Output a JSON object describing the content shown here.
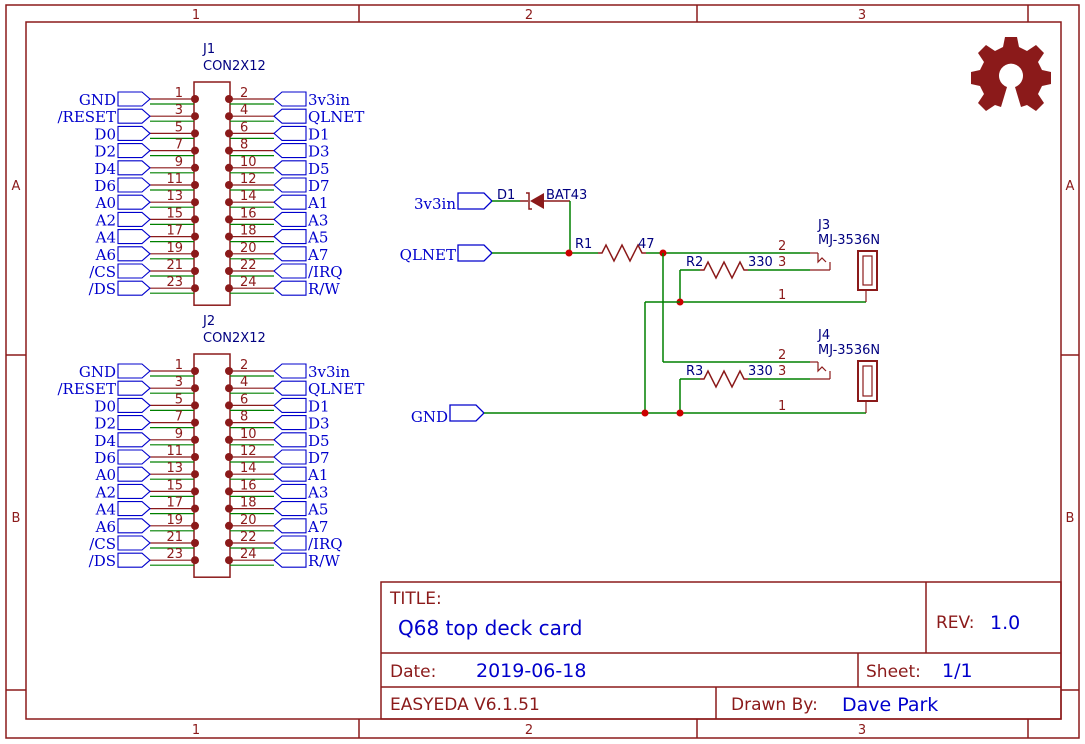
{
  "frame": {
    "columns": [
      "1",
      "2",
      "3"
    ],
    "rows": [
      "A",
      "B"
    ]
  },
  "connectors": [
    {
      "ref": "J1",
      "value": "CON2X12",
      "pins": [
        {
          "left_num": "1",
          "left_net": "GND",
          "right_num": "2",
          "right_net": "3v3in"
        },
        {
          "left_num": "3",
          "left_net": "/RESET",
          "right_num": "4",
          "right_net": "QLNET"
        },
        {
          "left_num": "5",
          "left_net": "D0",
          "right_num": "6",
          "right_net": "D1"
        },
        {
          "left_num": "7",
          "left_net": "D2",
          "right_num": "8",
          "right_net": "D3"
        },
        {
          "left_num": "9",
          "left_net": "D4",
          "right_num": "10",
          "right_net": "D5"
        },
        {
          "left_num": "11",
          "left_net": "D6",
          "right_num": "12",
          "right_net": "D7"
        },
        {
          "left_num": "13",
          "left_net": "A0",
          "right_num": "14",
          "right_net": "A1"
        },
        {
          "left_num": "15",
          "left_net": "A2",
          "right_num": "16",
          "right_net": "A3"
        },
        {
          "left_num": "17",
          "left_net": "A4",
          "right_num": "18",
          "right_net": "A5"
        },
        {
          "left_num": "19",
          "left_net": "A6",
          "right_num": "20",
          "right_net": "A7"
        },
        {
          "left_num": "21",
          "left_net": "/CS",
          "right_num": "22",
          "right_net": "/IRQ"
        },
        {
          "left_num": "23",
          "left_net": "/DS",
          "right_num": "24",
          "right_net": "R/W"
        }
      ]
    },
    {
      "ref": "J2",
      "value": "CON2X12",
      "pins": [
        {
          "left_num": "1",
          "left_net": "GND",
          "right_num": "2",
          "right_net": "3v3in"
        },
        {
          "left_num": "3",
          "left_net": "/RESET",
          "right_num": "4",
          "right_net": "QLNET"
        },
        {
          "left_num": "5",
          "left_net": "D0",
          "right_num": "6",
          "right_net": "D1"
        },
        {
          "left_num": "7",
          "left_net": "D2",
          "right_num": "8",
          "right_net": "D3"
        },
        {
          "left_num": "9",
          "left_net": "D4",
          "right_num": "10",
          "right_net": "D5"
        },
        {
          "left_num": "11",
          "left_net": "D6",
          "right_num": "12",
          "right_net": "D7"
        },
        {
          "left_num": "13",
          "left_net": "A0",
          "right_num": "14",
          "right_net": "A1"
        },
        {
          "left_num": "15",
          "left_net": "A2",
          "right_num": "16",
          "right_net": "A3"
        },
        {
          "left_num": "17",
          "left_net": "A4",
          "right_num": "18",
          "right_net": "A5"
        },
        {
          "left_num": "19",
          "left_net": "A6",
          "right_num": "20",
          "right_net": "A7"
        },
        {
          "left_num": "21",
          "left_net": "/CS",
          "right_num": "22",
          "right_net": "/IRQ"
        },
        {
          "left_num": "23",
          "left_net": "/DS",
          "right_num": "24",
          "right_net": "R/W"
        }
      ]
    }
  ],
  "circuit": {
    "net_3v3": "3v3in",
    "net_qlnet": "QLNET",
    "net_gnd": "GND",
    "d1_ref": "D1",
    "d1_value": "BAT43",
    "r1_ref": "R1",
    "r1_value": "47",
    "r2_ref": "R2",
    "r2_value": "330",
    "r3_ref": "R3",
    "r3_value": "330",
    "j3_ref": "J3",
    "j3_value": "MJ-3536N",
    "j4_ref": "J4",
    "j4_value": "MJ-3536N",
    "jack_pin1": "1",
    "jack_pin2": "2",
    "jack_pin3": "3"
  },
  "title_block": {
    "title_label": "TITLE:",
    "title": "Q68 top deck card",
    "rev_label": "REV:",
    "rev": "1.0",
    "date_label": "Date:",
    "date": "2019-06-18",
    "sheet_label": "Sheet:",
    "sheet": "1/1",
    "tool": "EASYEDA V6.1.51",
    "drawn_label": "Drawn By:",
    "drawn_by": "Dave Park"
  },
  "colors": {
    "border": "#8b1a1a",
    "wire": "#008000",
    "text_net": "#0000cc",
    "pin_text": "#8b1a1a",
    "logo": "#8b1a1a"
  },
  "icons": [
    "oshw-gear-logo"
  ]
}
